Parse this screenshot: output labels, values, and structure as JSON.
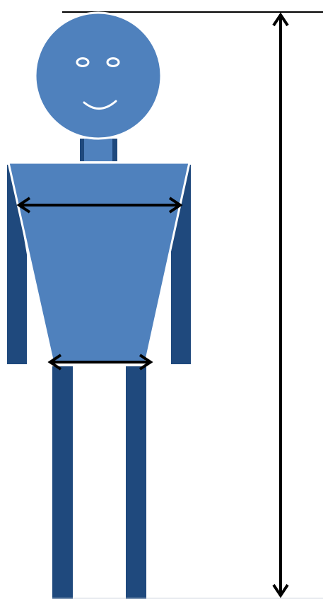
{
  "figure": {
    "subject": "stick-figure-person",
    "measurements": [
      "chest-width",
      "waist-width",
      "total-height"
    ]
  },
  "colors": {
    "head_torso": "#4f81bd",
    "limbs": "#1f497d",
    "face_lines": "#ffffff",
    "measure_lines": "#000000",
    "background": "#ffffff"
  }
}
